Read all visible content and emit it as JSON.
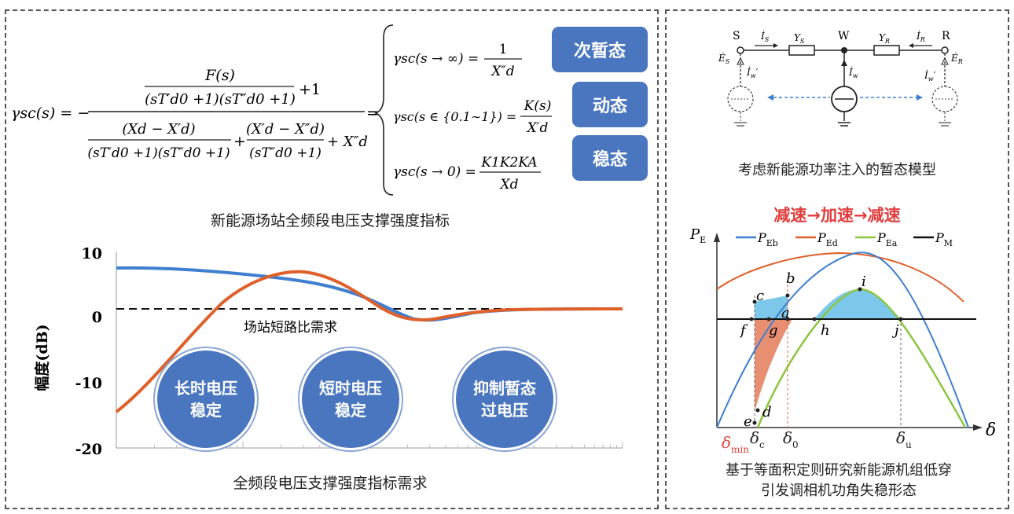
{
  "left": {
    "formula": {
      "lhs": "γsc(s) = −",
      "num_top": "F(s)",
      "num_bottom": "(sT′d0 +1)(sT″d0 +1)",
      "plus_one": "+1",
      "den_term1_top": "(Xd − X′d)",
      "den_term1_bottom": "(sT′d0 +1)(sT″d0 +1)",
      "den_term2_top": "(X′d − X″d)",
      "den_term2_bottom": "(sT″d0 +1)",
      "den_tail": "+ X″d",
      "eq": "=",
      "cases": [
        {
          "lhs": "γsc(s → ∞) =",
          "top": "1",
          "bottom": "X″d"
        },
        {
          "lhs": "γsc(s ∈ {0.1∼1}) =",
          "top": "K(s)",
          "bottom": "X′d"
        },
        {
          "lhs": "γsc(s → 0) =",
          "top": "K1K2KA",
          "bottom": "Xd"
        }
      ]
    },
    "pills": [
      "次暂态",
      "动态",
      "稳态"
    ],
    "formula_caption": "新能源场站全频段电压支撑强度指标",
    "plot": {
      "ylabel": "幅度(dB)",
      "yticks": [
        "10",
        "0",
        "-10",
        "-20"
      ],
      "threshold_label": "场站短路比需求",
      "badges": [
        "长时电压\n稳定",
        "短时电压\n稳定",
        "抑制暂态\n过电压"
      ],
      "caption": "全频段电压支撑强度指标需求",
      "colors": {
        "blue": "#3f7fd0",
        "orange": "#e0602a",
        "dash": "#111111"
      }
    }
  },
  "right": {
    "circuit": {
      "nodes": [
        "S",
        "W",
        "R"
      ],
      "labels": {
        "Es": "Ė",
        "Es_sub": "S",
        "Is": "İ",
        "Is_sub": "S",
        "Ys": "Y",
        "Ys_sub": "S",
        "Yr": "Y",
        "Yr_sub": "R",
        "Ir": "İ",
        "Ir_sub": "R",
        "Er": "Ė",
        "Er_sub": "R",
        "Iw_left": "İ",
        "Iw_left_sub": "w",
        "Iw_mid": "İ",
        "Iw_mid_sub": "w",
        "Iw_right": "İ",
        "Iw_right_sub": "w",
        "prime": "′"
      },
      "caption": "考虑新能源功率注入的暂态模型"
    },
    "power_angle": {
      "headline": "减速→加速→减速",
      "ylabel": "P",
      "ylabel_sub": "E",
      "legend": [
        {
          "name": "P",
          "sub": "Eb",
          "color": "#3f7fd0"
        },
        {
          "name": "P",
          "sub": "Ed",
          "color": "#e0602a"
        },
        {
          "name": "P",
          "sub": "Ea",
          "color": "#8cc63f"
        },
        {
          "name": "P",
          "sub": "M",
          "color": "#111111"
        }
      ],
      "points": [
        "b",
        "c",
        "a",
        "f",
        "g",
        "h",
        "i",
        "j",
        "d",
        "e"
      ],
      "xaxis_symbol": "δ",
      "xticks": [
        {
          "main": "δ",
          "sub": "min",
          "color": "#e23d3d"
        },
        {
          "main": "δ",
          "sub": "c",
          "color": "#222222"
        },
        {
          "main": "δ",
          "sub": "0",
          "color": "#222222"
        },
        {
          "main": "δ",
          "sub": "u",
          "color": "#222222"
        }
      ],
      "caption_line1": "基于等面积定则研究新能源机组低穿",
      "caption_line2": "引发调相机功角失稳形态"
    }
  }
}
